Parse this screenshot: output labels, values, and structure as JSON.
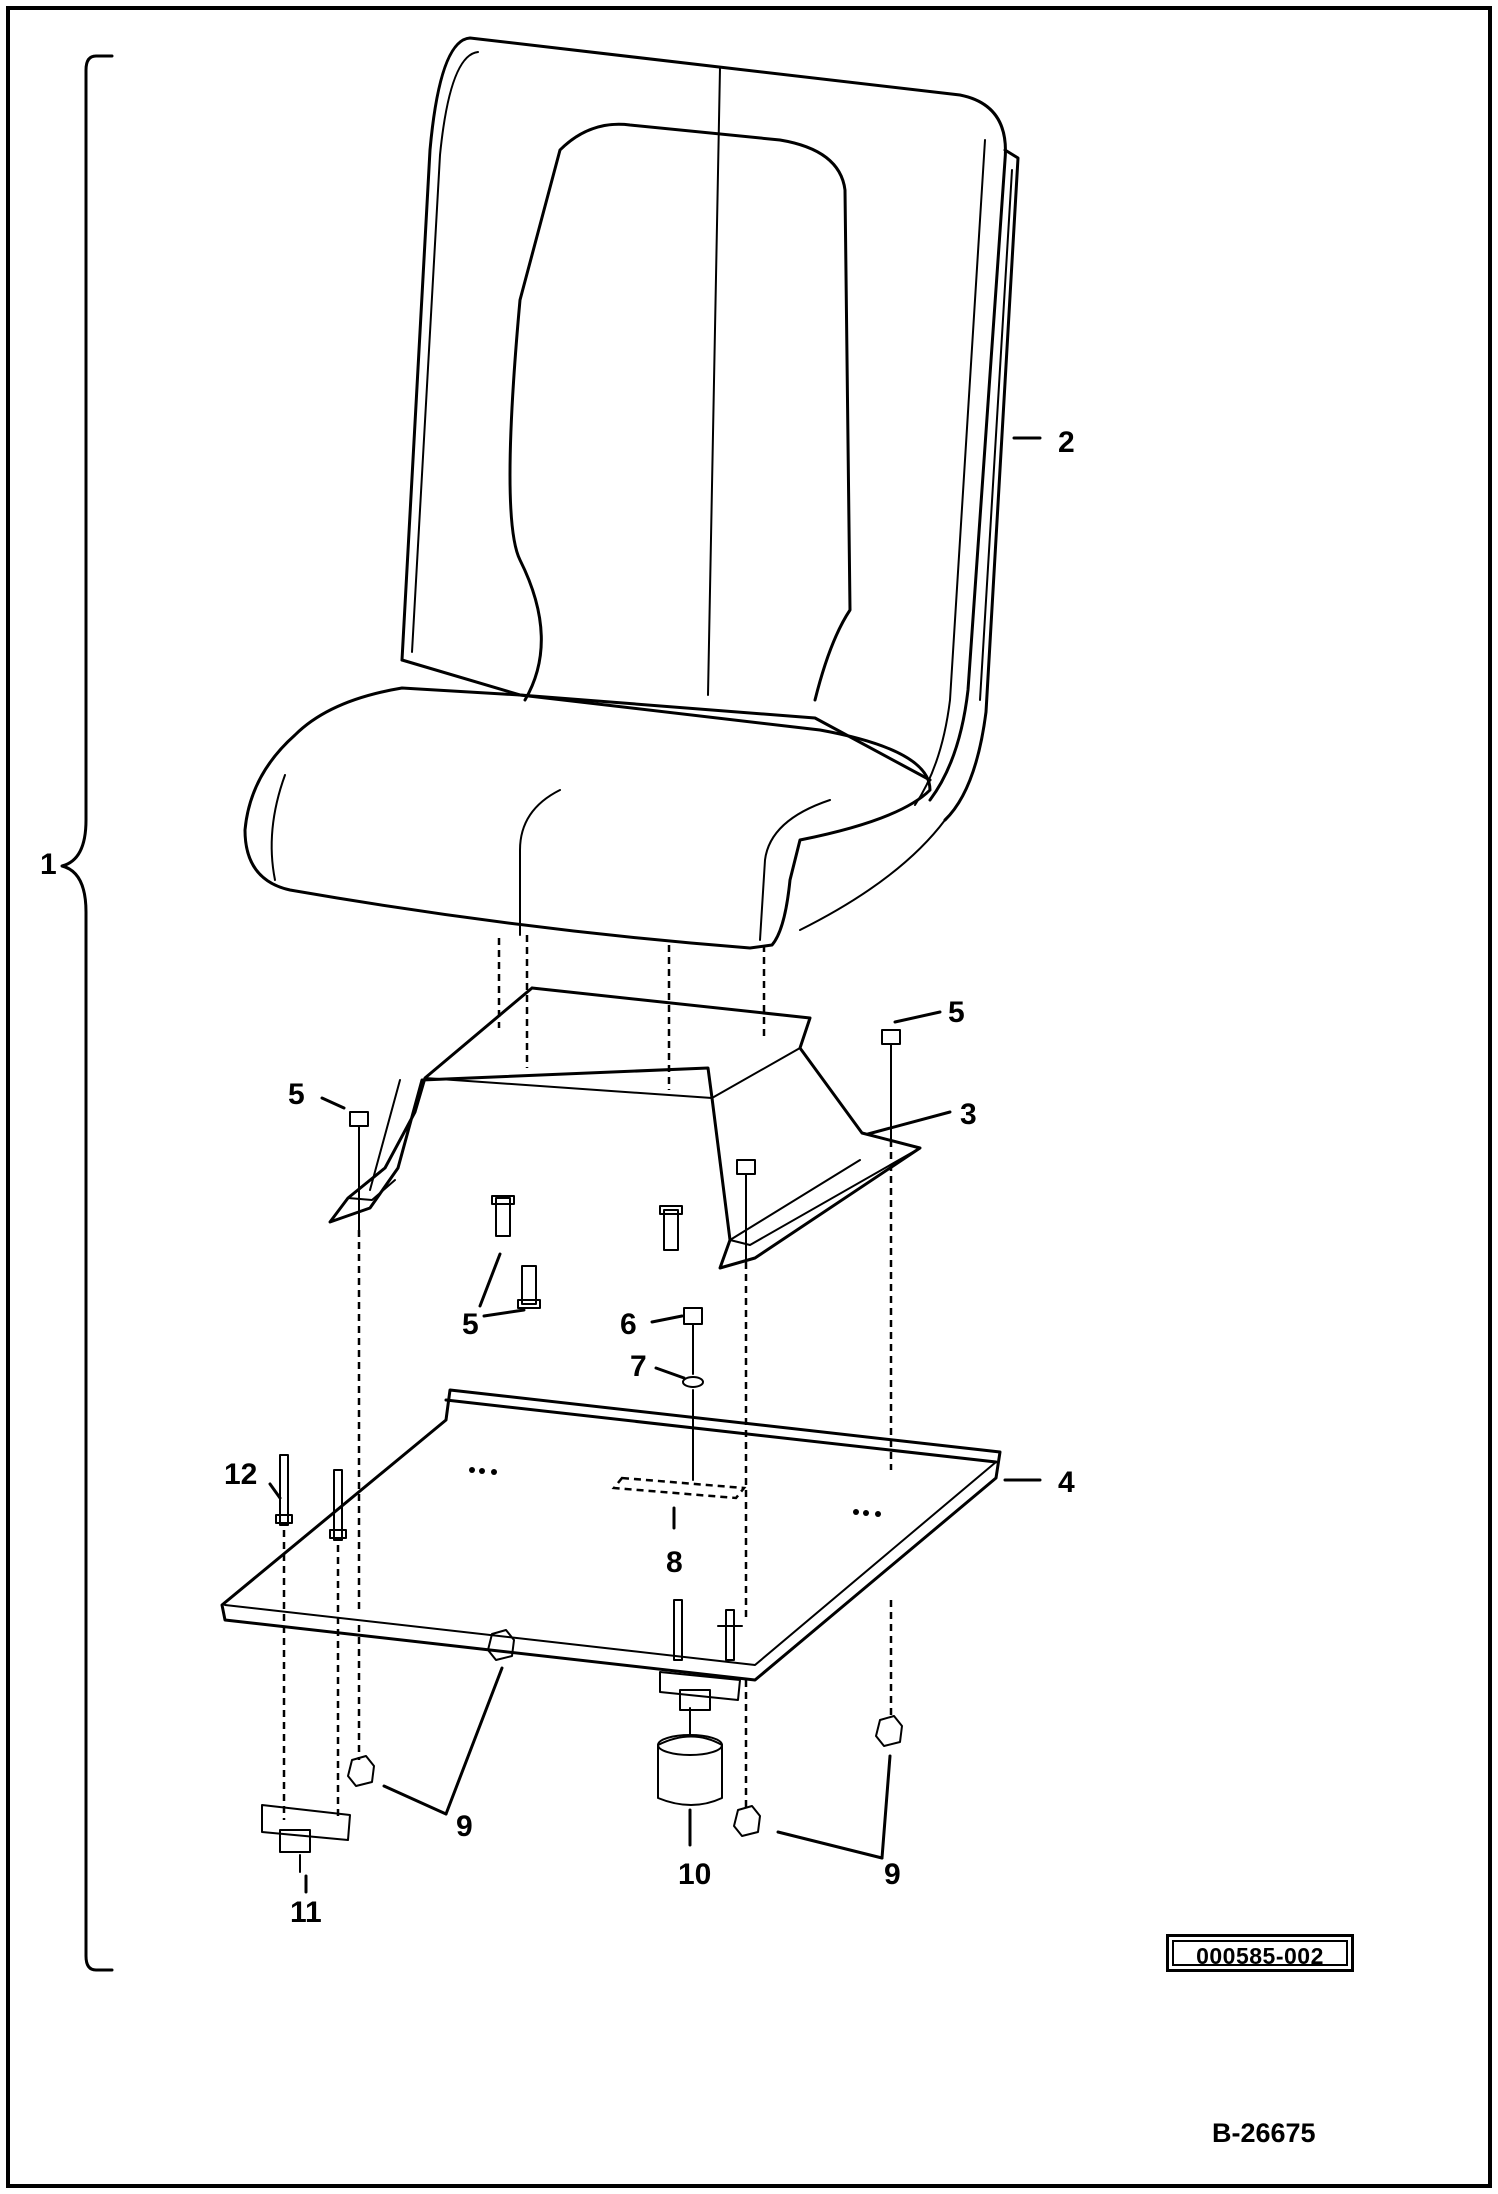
{
  "diagram": {
    "callouts": {
      "c1": "1",
      "c2": "2",
      "c3": "3",
      "c4": "4",
      "c5a": "5",
      "c5b": "5",
      "c5c": "5",
      "c6": "6",
      "c7": "7",
      "c8": "8",
      "c9a": "9",
      "c9b": "9",
      "c10": "10",
      "c11": "11",
      "c12": "12"
    },
    "figure_code": "000585-002",
    "document_number": "B-26675"
  }
}
